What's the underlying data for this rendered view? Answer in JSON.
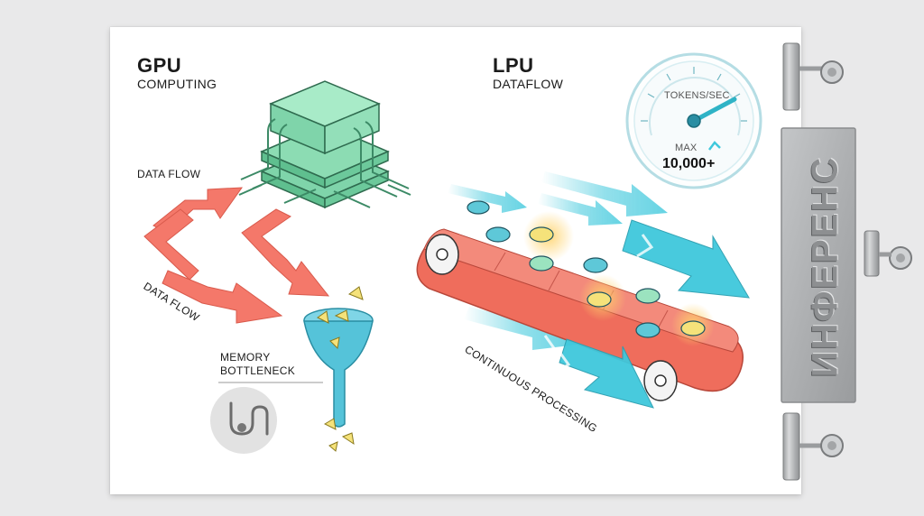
{
  "gpu": {
    "title": "GPU",
    "subtitle": "COMPUTING",
    "data_flow_label_1": "DATA FLOW",
    "data_flow_label_2": "DATA FLOW",
    "bottleneck_label_1": "MEMORY",
    "bottleneck_label_2": "BOTTLENECK"
  },
  "lpu": {
    "title": "LPU",
    "subtitle": "DATAFLOW",
    "processing_label": "CONTINUOUS PROCESSING"
  },
  "gauge": {
    "label": "TOKENS/SEC",
    "max_label": "MAX",
    "max_value": "10,000+"
  },
  "plate": {
    "text": "ИНФЕРЕНС"
  },
  "colors": {
    "chip_green": "#9be3bf",
    "arrow_coral": "#f4786a",
    "belt_coral": "#ef6d5c",
    "flow_cyan": "#3fc8dc",
    "token_yellow": "#f5e27a",
    "metal": "#b9bbbd"
  },
  "icons": {
    "chip": "chip-icon",
    "funnel": "funnel-icon",
    "bottleneck_badge": "pipe-clog-icon",
    "gauge": "speedometer-icon",
    "clips": "binder-clip-icon"
  }
}
